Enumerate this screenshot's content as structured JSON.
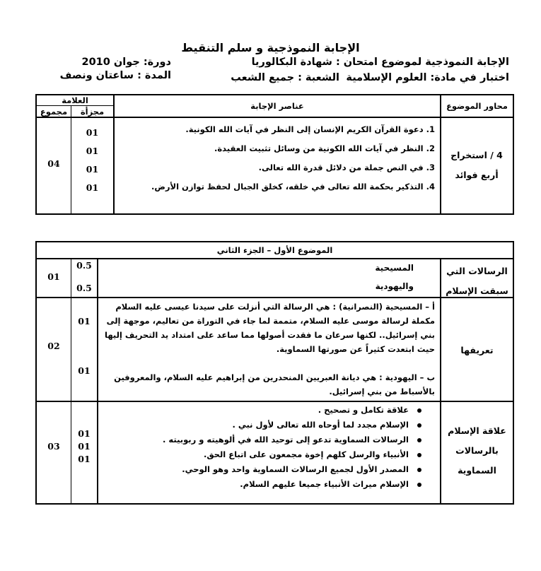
{
  "header": {
    "title": "الإجابة النموذجية و سلم التنقيط",
    "line1": "الإجابة النموذجية لموضوع امتحان : شهادة البكالوريا",
    "line2_subject": "اختبار في مادة: العلوم الإسلامية",
    "line2_branch": "الشعبة : جميع الشعب",
    "session": "دورة: جوان 2010",
    "duration": "المدة : ساعتان ونصف"
  },
  "table1": {
    "col_axes": "محاور الموضوع",
    "col_elements": "عناصر الإجابة",
    "col_grade": "العلامة",
    "col_partial": "مجزأة",
    "col_total": "مجموع",
    "row": {
      "axis": "4 / استخراج أربع فوائد",
      "items": [
        "1.  دعوة القرآن الكريم الإنسان إلى النظر في آيات الله الكونية.",
        "2.  النظر في آيات الله الكونية من وسائل تثبيت العقيدة.",
        "3.  في النص جملة من دلائل قدرة الله تعالى.",
        "4.  التذكير بحكمة الله تعالى في خلقه، كخلق الجبال لحفظ توازن الأرض."
      ],
      "partial": [
        "01",
        "01",
        "01",
        "01"
      ],
      "total": "04"
    }
  },
  "table2": {
    "header": "الموضوع الأول – الجزء الثاني",
    "rows": [
      {
        "axis": "الرسالات التي سبقت الإسلام",
        "lines": [
          "المسيحية",
          "واليهودية"
        ],
        "partial": [
          "0.5",
          "0.5"
        ],
        "total": "01"
      },
      {
        "axis": "تعريفها",
        "para_a": "أ – المسيحية (النصرانية) : هي الرسالة التي أنزلت على سيدنا عيسى عليه السلام مكملة لرسالة موسى عليه السلام، متممة لما جاء في التوراة من تعاليم، موجهة إلى بني إسرائيل.. لكنها سرعان ما فقدت أصولها مما ساعد على امتداد يد التحريف إليها حيث ابتعدت كثيراً عن صورتها السماوية.",
        "para_b": "ب – اليهودية : هي ديانة العبريين المنحدرين من إبراهيم عليه السلام، والمعروفين بالأسباط من بني إسرائيل.",
        "partial": [
          "01",
          "01"
        ],
        "total": "02"
      },
      {
        "axis": "علاقة الإسلام بالرسالات السماوية",
        "bullets": [
          "علاقة تكامل و تصحيح .",
          "الإسلام مجدد لما أوحاه الله تعالى لأول نبي .",
          "الرسالات السماوية تدعو إلى توحيد الله في ألوهيته و ربوبيته .",
          "الأنبياء والرسل كلهم إخوة مجمعون على اتباع الحق.",
          "المصدر الأول لجميع الرسالات السماوية واحد وهو الوحي.",
          "الإسلام ميراث الأنبياء جميعا عليهم السلام."
        ],
        "partial": [
          "01",
          "01",
          "01"
        ],
        "total": "03"
      }
    ]
  }
}
